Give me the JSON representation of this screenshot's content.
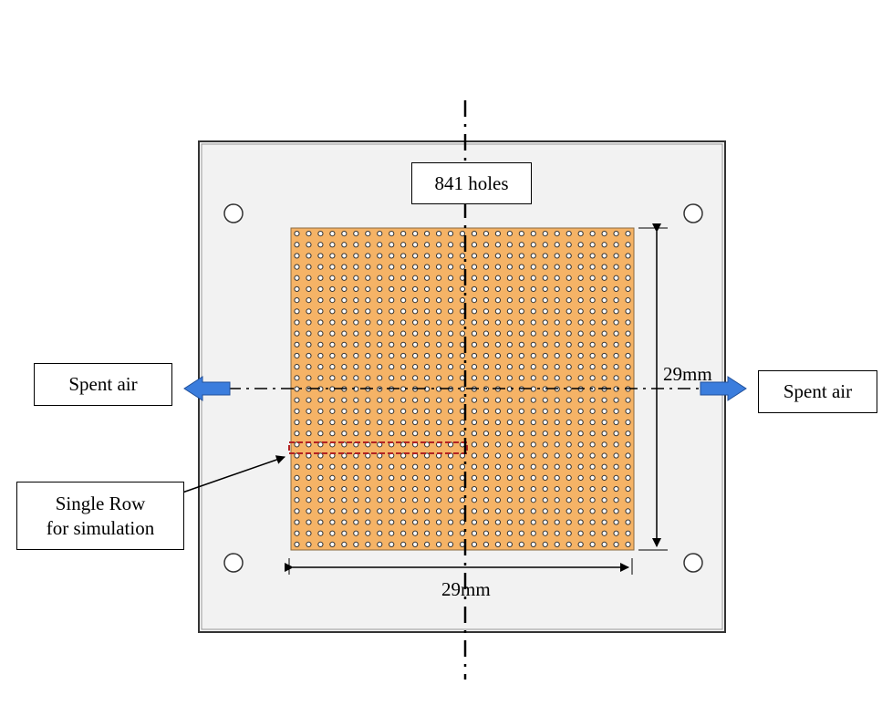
{
  "labels": {
    "holes": "841 holes",
    "spent_air_left": "Spent air",
    "spent_air_right": "Spent air",
    "single_row_line1": "Single Row",
    "single_row_line2": "for simulation",
    "dim_vertical": "29mm",
    "dim_horizontal": "29mm"
  },
  "grid": {
    "rows": 29,
    "cols": 29,
    "highlighted_row": 20,
    "highlighted_cols": 15
  },
  "colors": {
    "plate": "#f2f2f2",
    "grid_fill": "#f5b366",
    "hole_stroke": "#333333",
    "arrow_fill": "#3b7ddd",
    "highlight": "#b22222"
  }
}
